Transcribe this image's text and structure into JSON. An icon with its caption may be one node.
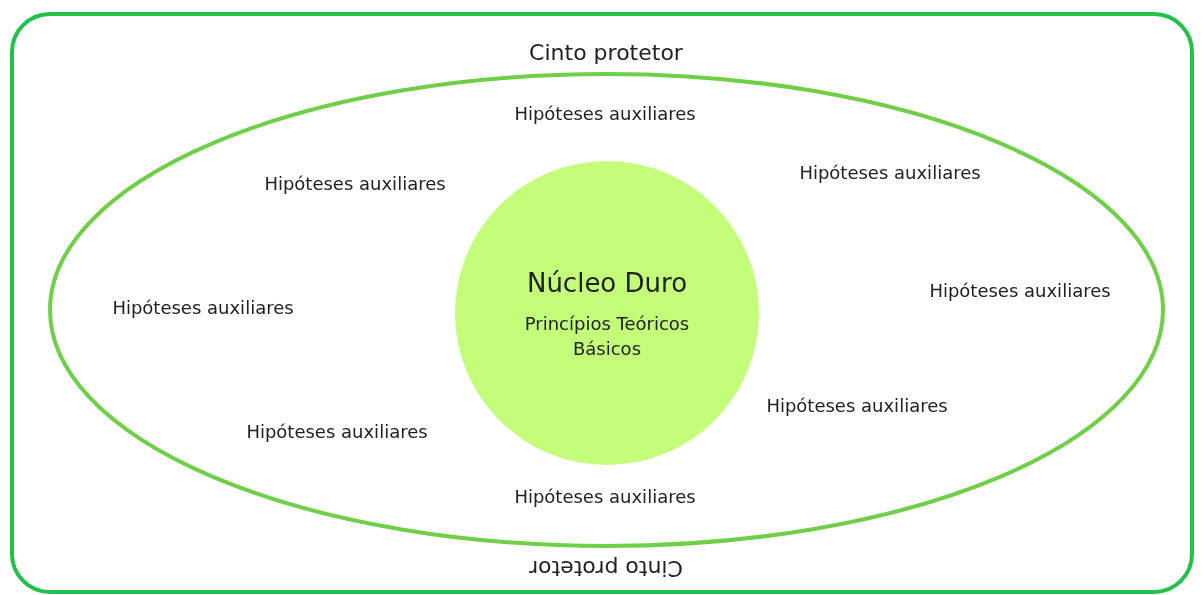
{
  "diagram": {
    "nodes": [
      {
        "text": [
          "Cinto protetor",
          "Cinto protetor"
        ]
      },
      {
        "text": [
          "Hipóteses auxiliares",
          "Hipóteses auxiliares",
          "Hipóteses auxiliares",
          "Hipóteses auxiliares",
          "Hipóteses auxiliares",
          "Hipóteses auxiliares",
          "Hipóteses auxiliares",
          "Hipóteses auxiliares"
        ],
        "in": 0
      },
      {
        "text": [
          "Núcleo Duro",
          "Princípios Teóricos Básicos"
        ],
        "in": 1
      }
    ]
  }
}
